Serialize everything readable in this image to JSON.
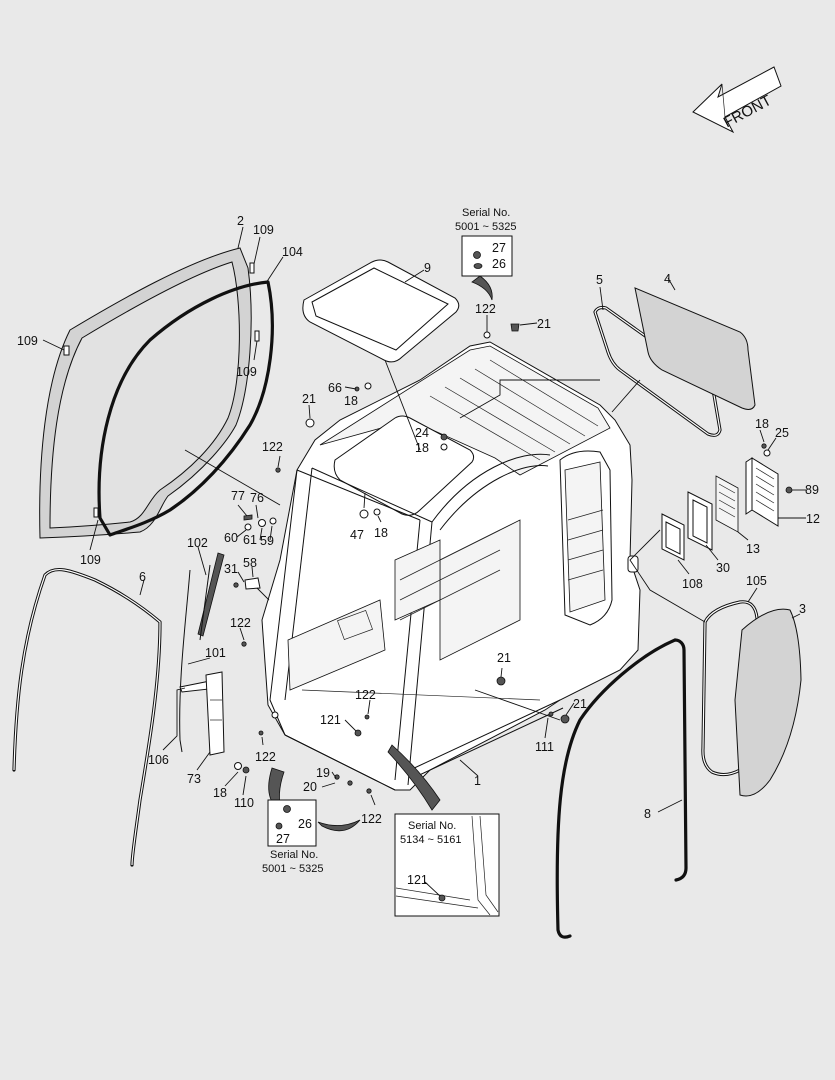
{
  "front_arrow": {
    "label": "FRONT"
  },
  "labels": {
    "p1": "1",
    "p2": "2",
    "p3": "3",
    "p4": "4",
    "p5": "5",
    "p6": "6",
    "p8": "8",
    "p9": "9",
    "p12": "12",
    "p13": "13",
    "p18a": "18",
    "p18b": "18",
    "p18c": "18",
    "p18d": "18",
    "p18e": "18",
    "p19": "19",
    "p20": "20",
    "p21a": "21",
    "p21b": "21",
    "p21c": "21",
    "p21d": "21",
    "p24": "24",
    "p25": "25",
    "p30": "30",
    "p31": "31",
    "p47": "47",
    "p58": "58",
    "p59": "59",
    "p60": "60",
    "p61": "61",
    "p66": "66",
    "p73": "73",
    "p76": "76",
    "p77": "77",
    "p89": "89",
    "p101": "101",
    "p102": "102",
    "p104": "104",
    "p105": "105",
    "p106": "106",
    "p108": "108",
    "p109a": "109",
    "p109b": "109",
    "p109c": "109",
    "p109d": "109",
    "p110": "110",
    "p111": "111",
    "p121": "121",
    "p122a": "122",
    "p122b": "122",
    "p122c": "122",
    "p122d": "122",
    "p122e": "122",
    "p122f": "122"
  },
  "inset_top": {
    "title": "Serial No.",
    "range": "5001 ~ 5325",
    "a": "27",
    "b": "26"
  },
  "inset_bottom_left": {
    "title": "Serial No.",
    "range": "5001 ~ 5325",
    "a": "27",
    "b": "26"
  },
  "inset_bottom_right": {
    "title": "Serial No.",
    "range": "5134 ~ 5161",
    "a": "121"
  }
}
